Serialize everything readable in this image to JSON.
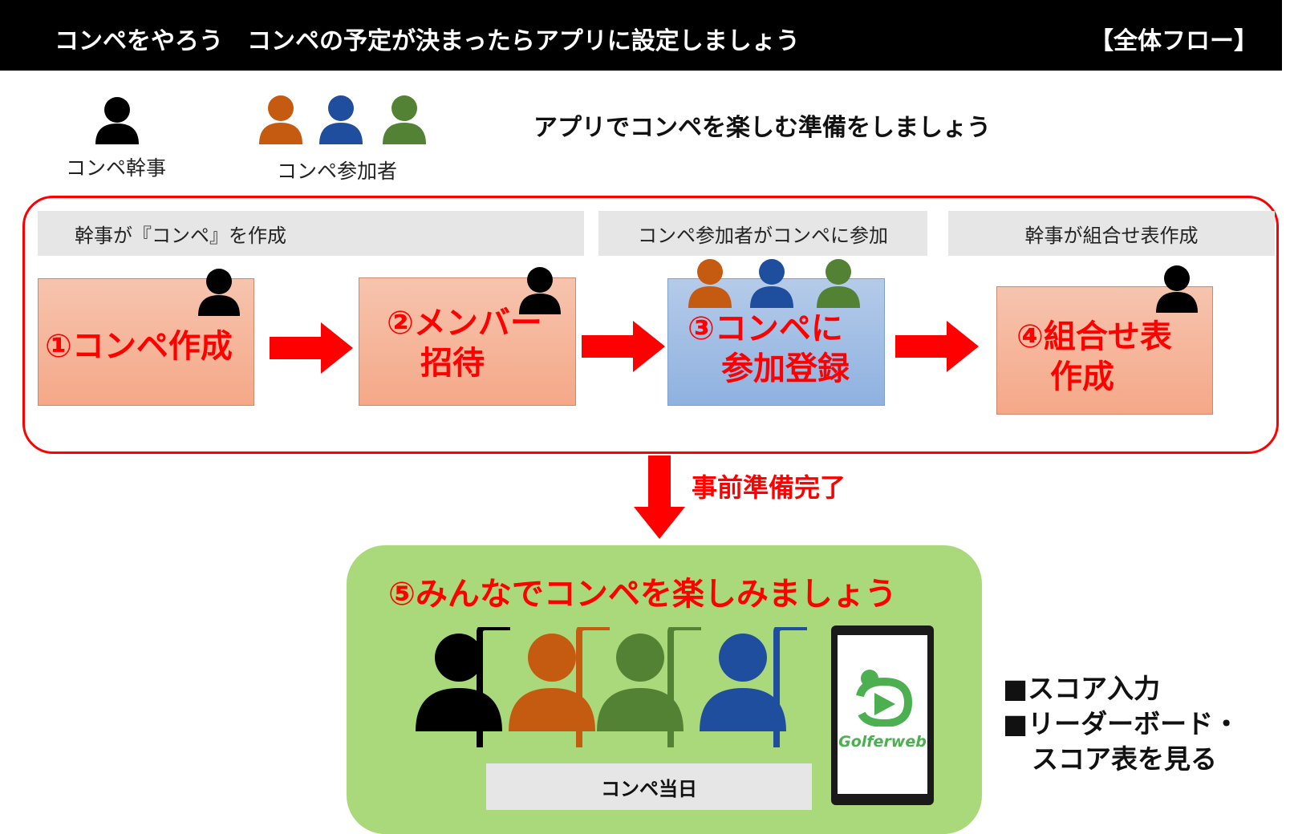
{
  "header": {
    "title": "コンペをやろう　コンペの予定が決まったらアプリに設定しましょう",
    "right_label": "【全体フロー】"
  },
  "legend": {
    "organizer_label": "コンペ幹事",
    "participants_label": "コンペ参加者"
  },
  "tagline": "アプリでコンペを楽しむ準備をしましょう",
  "phases": {
    "organizer_create": "幹事が『コンペ』を作成",
    "participants_join": "コンペ参加者がコンペに参加",
    "organizer_pairings": "幹事が組合せ表作成"
  },
  "steps": [
    {
      "line1": "①コンペ作成",
      "line2": ""
    },
    {
      "line1": "②メンバー",
      "line2": "招待"
    },
    {
      "line1": "③コンペに",
      "line2": "参加登録"
    },
    {
      "line1": "④組合せ表",
      "line2": "作成"
    }
  ],
  "completion_label": "事前準備完了",
  "day": {
    "title": "⑤みんなでコンペを楽しみましょう",
    "badge": "コンペ当日",
    "app_name": "Golferweb"
  },
  "features": {
    "line1": "■スコア入力",
    "line2": "■リーダーボード・",
    "line3": "スコア表を見る"
  },
  "colors": {
    "organizer": "#000000",
    "participant_orange": "#c55a11",
    "participant_blue": "#1f4e9e",
    "participant_green": "#548235",
    "accent_red": "#ff0000",
    "step_salmon": "#f5a888",
    "step_blue": "#8fb1e0",
    "day_green": "#a9d97a"
  }
}
